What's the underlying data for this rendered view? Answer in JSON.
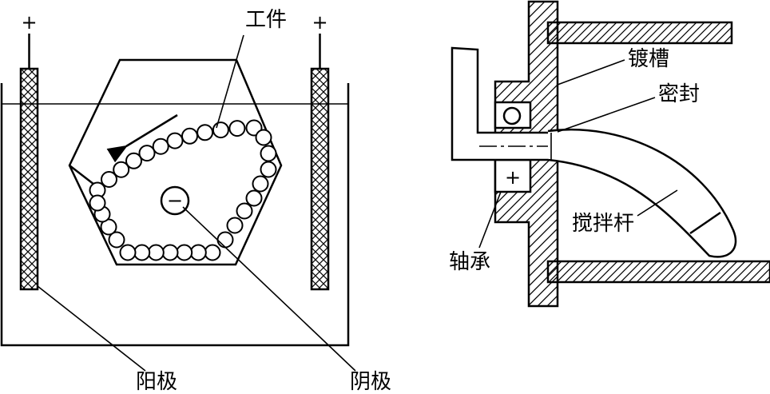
{
  "labels": {
    "workpiece": "工件",
    "anode": "阳极",
    "cathode": "阴极",
    "plating_tank": "镀槽",
    "seal": "密封",
    "stirring_rod": "搅拌杆",
    "bearing": "轴承"
  },
  "signs": {
    "plus_left": "+",
    "plus_right": "+",
    "minus": "−",
    "plus_bearing": "+"
  },
  "colors": {
    "ink": "#000000",
    "paper": "#ffffff"
  }
}
